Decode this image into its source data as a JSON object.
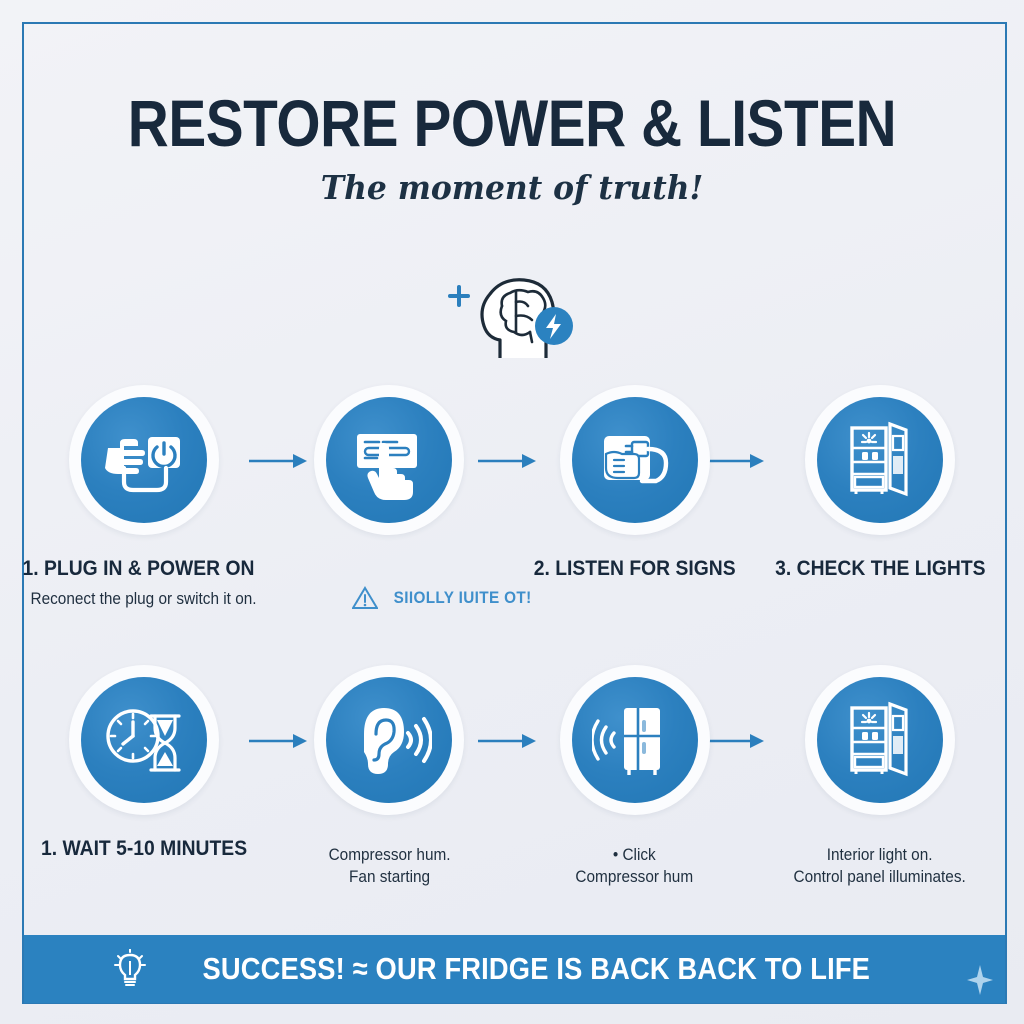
{
  "poster": {
    "title": "RESTORE POWER & LISTEN",
    "subtitle": "The moment of truth!",
    "background_color": "#eef0f5",
    "accent_color": "#2b82c0",
    "border_color": "#2b79b4",
    "title_color": "#18293c",
    "header_icon": "head-brain-lightning-icon"
  },
  "rows": [
    {
      "steps": [
        {
          "icon": "hand-power-switch-icon",
          "title": "1. PLUG IN & POWER ON",
          "desc": "Reconect the plug or switch it on."
        },
        {
          "icon": "hand-pressing-panel-icon",
          "title": "",
          "desc": ""
        },
        {
          "icon": "hand-plug-outlet-icon",
          "title": "2. LISTEN FOR SIGNS",
          "desc": ""
        },
        {
          "icon": "open-fridge-light-icon",
          "title": "3. CHECK THE LIGHTS",
          "desc": ""
        }
      ]
    },
    {
      "steps": [
        {
          "icon": "clock-hourglass-icon",
          "title": "1. WAIT 5-10 MINUTES",
          "desc": ""
        },
        {
          "icon": "ear-listening-icon",
          "title": "",
          "desc": "Compressor hum.\nFan starting"
        },
        {
          "icon": "fridge-sound-waves-icon",
          "title": "",
          "desc": "• Click\nCompressor hum"
        },
        {
          "icon": "open-fridge-light-icon",
          "title": "",
          "desc": "Interior light on.\nControl panel illuminates."
        }
      ]
    }
  ],
  "warning": {
    "icon": "warning-triangle-icon",
    "text": "SIIOLLY IUITE OT!",
    "color": "#3f8fcb"
  },
  "footer": {
    "icon": "lightbulb-icon",
    "text": "SUCCESS! ≈ OUR FRIDGE IS BACK BACK TO LIFE",
    "background_color": "#2b82c0",
    "text_color": "#ffffff",
    "sparkle_icon": "sparkle-icon"
  },
  "connectors": {
    "arrow_icon": "arrow-right-icon",
    "color": "#2b7fbd",
    "count_per_row": 3
  }
}
